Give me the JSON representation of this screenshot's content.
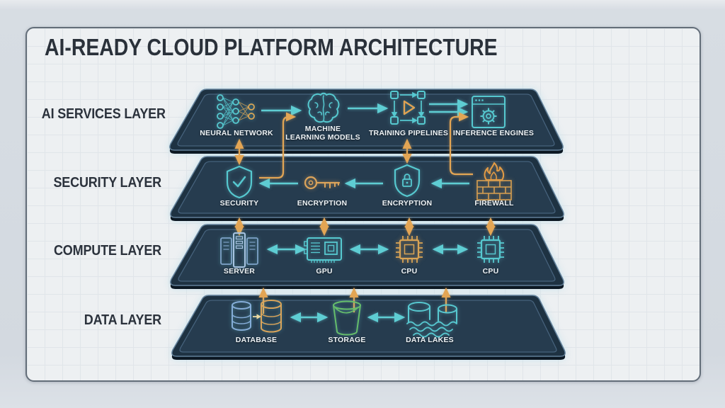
{
  "title": "AI-READY CLOUD PLATFORM ARCHITECTURE",
  "colors": {
    "teal_accent": "#56c9d0",
    "orange_accent": "#dfa253",
    "steel_blue": "#8fb3d8",
    "green_accent": "#6cc06c",
    "slab_fill": "#243748",
    "slab_rim": "#1e3242",
    "background": "#d5dbe2",
    "card_background": "#edf0f2",
    "heading_text": "#2a313a",
    "node_label_text": "#eef3f6"
  },
  "layers": [
    {
      "label": "AI SERVICES LAYER",
      "nodes": [
        {
          "label": "NEURAL NETWORK",
          "icon": "neural-network-icon"
        },
        {
          "label": "MACHINE LEARNING MODELS",
          "icon": "brain-icon"
        },
        {
          "label": "TRAINING PIPELINES",
          "icon": "pipeline-icon"
        },
        {
          "label": "INFERENCE ENGINES",
          "icon": "gear-window-icon"
        }
      ]
    },
    {
      "label": "SECURITY LAYER",
      "nodes": [
        {
          "label": "SECURITY",
          "icon": "shield-check-icon"
        },
        {
          "label": "ENCRYPTION",
          "icon": "key-icon"
        },
        {
          "label": "ENCRYPTION",
          "icon": "shield-lock-icon"
        },
        {
          "label": "FIREWALL",
          "icon": "firewall-icon"
        }
      ]
    },
    {
      "label": "COMPUTE LAYER",
      "nodes": [
        {
          "label": "SERVER",
          "icon": "server-icon"
        },
        {
          "label": "GPU",
          "icon": "gpu-icon"
        },
        {
          "label": "CPU",
          "icon": "cpu-icon"
        },
        {
          "label": "CPU",
          "icon": "cpu-icon"
        }
      ]
    },
    {
      "label": "DATA LAYER",
      "nodes": [
        {
          "label": "DATABASE",
          "icon": "database-icon"
        },
        {
          "label": "STORAGE",
          "icon": "storage-bucket-icon"
        },
        {
          "label": "DATA LAKES",
          "icon": "data-lakes-icon"
        }
      ]
    }
  ],
  "connections": [
    {
      "from": "NEURAL NETWORK",
      "to": "MACHINE LEARNING MODELS",
      "style": "teal-right"
    },
    {
      "from": "MACHINE LEARNING MODELS",
      "to": "TRAINING PIPELINES",
      "style": "teal-right"
    },
    {
      "from": "TRAINING PIPELINES",
      "to": "INFERENCE ENGINES",
      "style": "teal-double-line-right"
    },
    {
      "from": "ENCRYPTION (key)",
      "to": "SECURITY",
      "style": "teal-left"
    },
    {
      "from": "ENCRYPTION (shield)",
      "to": "ENCRYPTION (key)",
      "style": "teal-left"
    },
    {
      "from": "FIREWALL",
      "to": "ENCRYPTION (shield)",
      "style": "teal-left"
    },
    {
      "from": "SECURITY",
      "to": "MACHINE LEARNING MODELS",
      "style": "orange-elbow-up"
    },
    {
      "from": "FIREWALL",
      "to": "INFERENCE ENGINES",
      "style": "orange-elbow-up"
    },
    {
      "from": "NEURAL NETWORK",
      "to": "SECURITY",
      "style": "orange-vertical-bidirectional"
    },
    {
      "from": "TRAINING PIPELINES",
      "to": "ENCRYPTION (shield)",
      "style": "orange-vertical-bidirectional"
    },
    {
      "from": "SECURITY LAYER",
      "to": "COMPUTE LAYER",
      "style": "orange-vertical-bidirectional-x4"
    },
    {
      "from": "SERVER",
      "to": "GPU",
      "style": "teal-bidirectional"
    },
    {
      "from": "GPU",
      "to": "CPU",
      "style": "teal-bidirectional"
    },
    {
      "from": "CPU",
      "to": "CPU",
      "style": "teal-bidirectional"
    },
    {
      "from": "DATA LAYER",
      "to": "COMPUTE LAYER",
      "style": "orange-vertical-up-x3"
    },
    {
      "from": "DATABASE",
      "to": "STORAGE",
      "style": "teal-bidirectional"
    },
    {
      "from": "STORAGE",
      "to": "DATA LAKES",
      "style": "teal-bidirectional"
    }
  ]
}
